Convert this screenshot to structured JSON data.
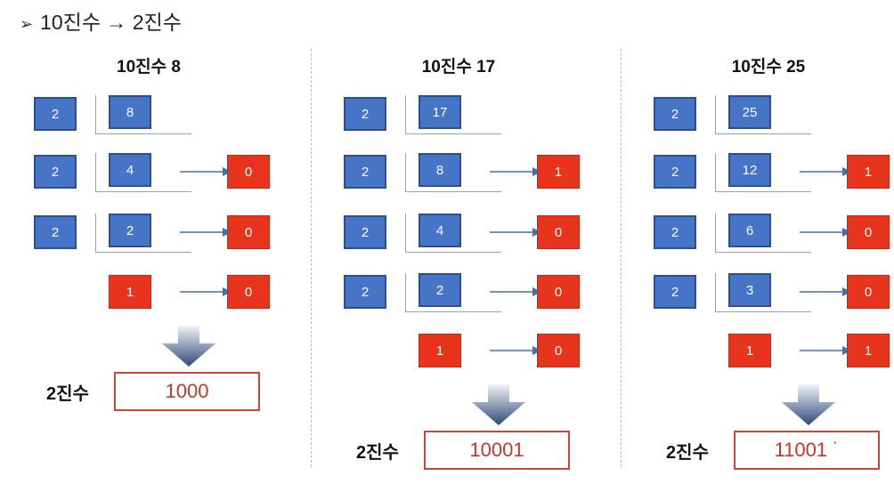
{
  "header": {
    "bullet": "➢",
    "text": "10진수 → 2진수"
  },
  "result_label": "2진수",
  "columns": [
    {
      "title": "10진수 8",
      "divisor": "2",
      "quotients": [
        "8",
        "4",
        "2"
      ],
      "final_quotient": "1",
      "remainders": [
        "0",
        "0",
        "0"
      ],
      "result": "1000"
    },
    {
      "title": "10진수 17",
      "divisor": "2",
      "quotients": [
        "17",
        "8",
        "4",
        "2"
      ],
      "final_quotient": "1",
      "remainders": [
        "1",
        "0",
        "0",
        "0"
      ],
      "result": "10001"
    },
    {
      "title": "10진수 25",
      "divisor": "2",
      "quotients": [
        "25",
        "12",
        "6",
        "3"
      ],
      "final_quotient": "1",
      "remainders": [
        "1",
        "0",
        "0",
        "1"
      ],
      "result": "11001 ˙"
    }
  ],
  "colors": {
    "blue": "#4674c6",
    "red": "#e8341c",
    "result_border": "#c9463a"
  }
}
